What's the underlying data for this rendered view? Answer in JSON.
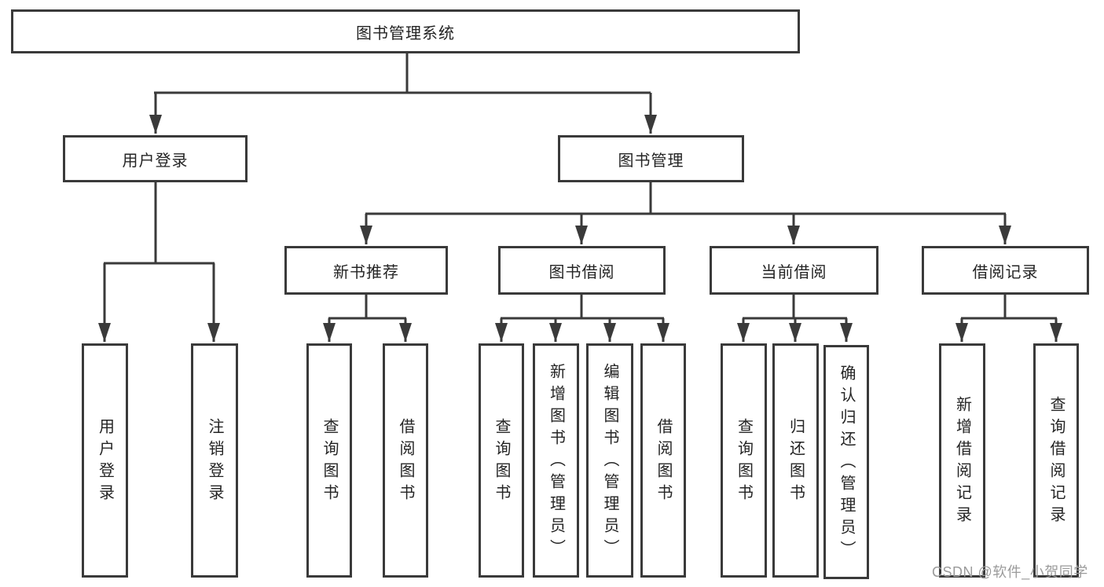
{
  "diagram": {
    "title": "图书管理系统",
    "colors": {
      "line": "#3a3a3a",
      "box_border": "#3a3a3a",
      "text": "#242424",
      "background": "#ffffff",
      "watermark_text": "#9b9b9b"
    },
    "tree": {
      "root": {
        "label": "图书管理系统"
      },
      "level2": [
        {
          "label": "用户登录"
        },
        {
          "label": "图书管理"
        }
      ],
      "level3": [
        {
          "label": "新书推荐"
        },
        {
          "label": "图书借阅"
        },
        {
          "label": "当前借阅"
        },
        {
          "label": "借阅记录"
        }
      ],
      "leaves": {
        "user_login_group": [
          {
            "label": "用户登录"
          },
          {
            "label": "注销登录"
          }
        ],
        "new_book_group": [
          {
            "label": "查询图书"
          },
          {
            "label": "借阅图书"
          }
        ],
        "borrow_group": [
          {
            "label": "查询图书"
          },
          {
            "label": "新增图书（管理员）"
          },
          {
            "label": "编辑图书（管理员）"
          },
          {
            "label": "借阅图书"
          }
        ],
        "current_group": [
          {
            "label": "查询图书"
          },
          {
            "label": "归还图书"
          },
          {
            "label": "确认归还（管理员）"
          }
        ],
        "records_group": [
          {
            "label": "新增借阅记录"
          },
          {
            "label": "查询借阅记录"
          }
        ]
      }
    },
    "watermark": "CSDN @软件_小贺同学"
  }
}
